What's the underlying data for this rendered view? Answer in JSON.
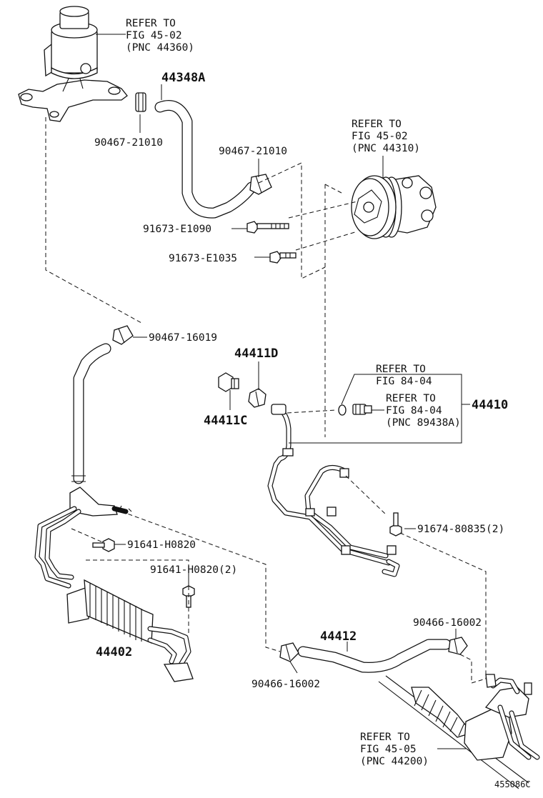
{
  "labels": {
    "reservoir_ref": [
      "REFER TO",
      "FIG 45-02",
      "(PNC 44360)"
    ],
    "pump_ref": [
      "REFER TO",
      "FIG 45-02",
      "(PNC 44310)"
    ],
    "fig8404_a": [
      "REFER TO",
      "FIG 84-04"
    ],
    "fig8404_b": [
      "REFER TO",
      "FIG 84-04",
      "(PNC 89438A)"
    ],
    "gear_ref": [
      "REFER TO",
      "FIG 45-05",
      "(PNC 44200)"
    ],
    "p44348a": "44348A",
    "p90467_21010_a": "90467-21010",
    "p90467_21010_b": "90467-21010",
    "p91673_e1090": "91673-E1090",
    "p91673_e1035": "91673-E1035",
    "p90467_16019": "90467-16019",
    "p44411d": "44411D",
    "p44411c": "44411C",
    "p44410": "44410",
    "p91641_h0820": "91641-H0820",
    "p91641_h0820_2": "91641-H0820(2)",
    "p91674_80835": "91674-80835(2)",
    "p90466_16002_a": "90466-16002",
    "p90466_16002_b": "90466-16002",
    "p44412": "44412",
    "p44402": "44402",
    "figure_id": "455086C"
  }
}
